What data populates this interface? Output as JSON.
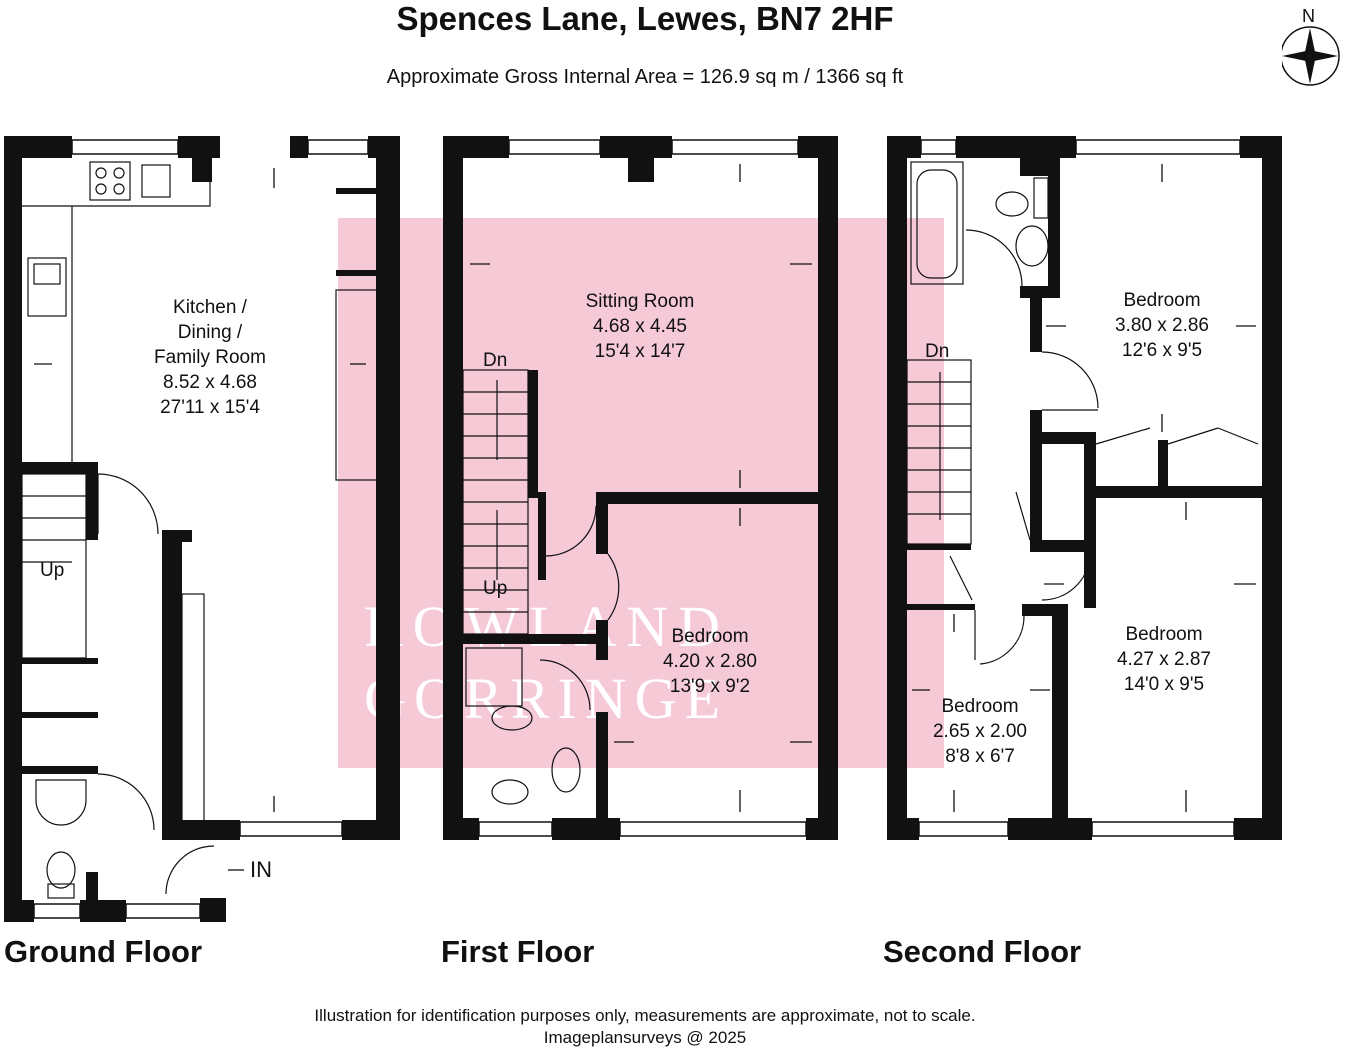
{
  "header": {
    "title": "Spences Lane, Lewes, BN7 2HF",
    "area": "Approximate Gross Internal Area = 126.9 sq m / 1366 sq ft",
    "north": "N"
  },
  "watermark": {
    "line1": "ROWLAND",
    "line2": "GORRINGE",
    "color": "#f5c9d6"
  },
  "floors": [
    {
      "name": "Ground Floor",
      "rooms": [
        {
          "name": "Kitchen /",
          "name2": "Dining /",
          "name3": "Family Room",
          "metric": "8.52 x 4.68",
          "imperial": "27'11 x 15'4"
        }
      ],
      "labels": {
        "up": "Up",
        "entrance": "IN"
      }
    },
    {
      "name": "First Floor",
      "rooms": [
        {
          "name": "Sitting Room",
          "metric": "4.68 x 4.45",
          "imperial": "15'4 x 14'7"
        },
        {
          "name": "Bedroom",
          "metric": "4.20 x 2.80",
          "imperial": "13'9 x 9'2"
        }
      ],
      "labels": {
        "down": "Dn",
        "up": "Up"
      }
    },
    {
      "name": "Second Floor",
      "rooms": [
        {
          "name": "Bedroom",
          "metric": "3.80 x 2.86",
          "imperial": "12'6 x 9'5"
        },
        {
          "name": "Bedroom",
          "metric": "4.27 x 2.87",
          "imperial": "14'0 x 9'5"
        },
        {
          "name": "Bedroom",
          "metric": "2.65 x 2.00",
          "imperial": "8'8 x 6'7"
        }
      ],
      "labels": {
        "down": "Dn"
      }
    }
  ],
  "footer": {
    "disclaimer": "Illustration for identification purposes only, measurements are approximate, not to scale.",
    "credit": "Imageplansurveys @ 2025"
  },
  "colors": {
    "wall": "#111111",
    "watermark": "#f5c9d6"
  }
}
